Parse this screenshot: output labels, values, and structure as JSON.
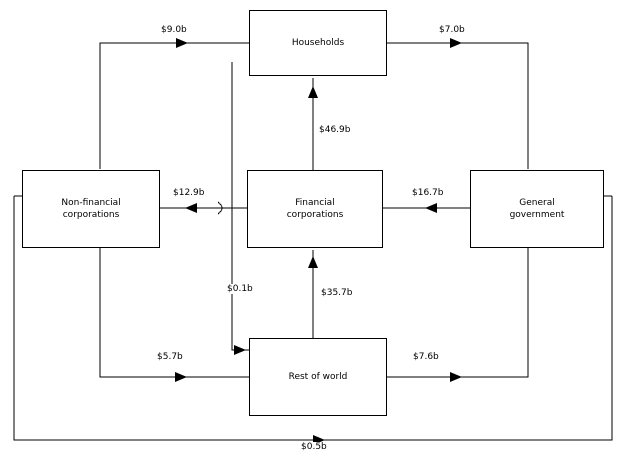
{
  "diagram": {
    "type": "flow",
    "title": "",
    "nodes": [
      {
        "id": "households",
        "label_line1": "Households",
        "label_line2": ""
      },
      {
        "id": "nonfinancial",
        "label_line1": "Non-financial",
        "label_line2": "corporations"
      },
      {
        "id": "financial",
        "label_line1": "Financial",
        "label_line2": "corporations"
      },
      {
        "id": "government",
        "label_line1": "General",
        "label_line2": "government"
      },
      {
        "id": "restofworld",
        "label_line1": "Rest of world",
        "label_line2": ""
      }
    ],
    "flows": [
      {
        "id": "households-to-nonfinancial",
        "value": "$9.0b"
      },
      {
        "id": "households-to-government",
        "value": "$7.0b"
      },
      {
        "id": "financial-to-households",
        "value": "$46.9b"
      },
      {
        "id": "financial-to-nonfinancial",
        "value": "$12.9b"
      },
      {
        "id": "government-to-financial",
        "value": "$16.7b"
      },
      {
        "id": "households-to-restofworld",
        "value": "$0.1b"
      },
      {
        "id": "restofworld-to-financial",
        "value": "$35.7b"
      },
      {
        "id": "restofworld-to-nonfinancial",
        "value": "$5.7b"
      },
      {
        "id": "restofworld-to-government",
        "value": "$7.6b"
      },
      {
        "id": "nonfinancial-to-government",
        "value": "$0.5b"
      }
    ]
  }
}
